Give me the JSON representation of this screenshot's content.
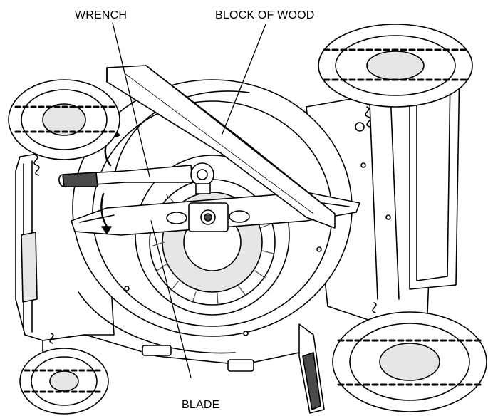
{
  "callouts": {
    "wrench": "WRENCH",
    "block_of_wood": "BLOCK OF WOOD",
    "blade": "BLADE"
  },
  "colors": {
    "line": "#000000",
    "fill": "#ffffff",
    "shade": "#e6e6e6",
    "dark": "#4a4a4a"
  }
}
